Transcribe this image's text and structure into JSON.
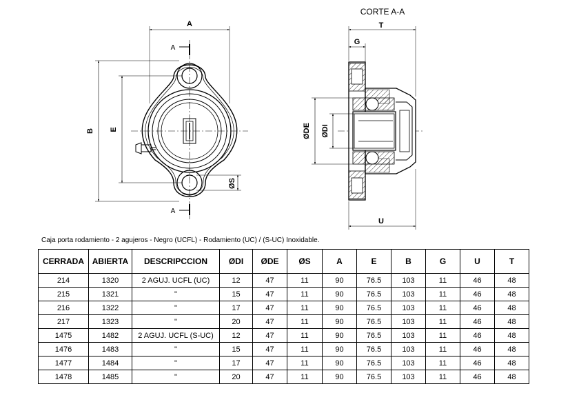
{
  "drawing": {
    "section_title": "CORTE A-A",
    "front_view": {
      "dim_A": "A",
      "dim_B": "B",
      "dim_E": "E",
      "dim_S": "ØS",
      "section_top": "A",
      "section_bottom": "A"
    },
    "section_view": {
      "dim_T": "T",
      "dim_G": "G",
      "dim_DE": "ØDE",
      "dim_DI": "ØDI",
      "dim_U": "U"
    }
  },
  "caption": "Caja porta rodamiento - 2 agujeros - Negro (UCFL) - Rodamiento (UC) / (S-UC) Inoxidable.",
  "table": {
    "headers": [
      "CERRADA",
      "ABIERTA",
      "DESCRIPCCION",
      "ØDI",
      "ØDE",
      "ØS",
      "A",
      "E",
      "B",
      "G",
      "U",
      "T"
    ],
    "rows": [
      [
        "214",
        "1320",
        "2 AGUJ. UCFL (UC)",
        "12",
        "47",
        "11",
        "90",
        "76.5",
        "103",
        "11",
        "46",
        "48"
      ],
      [
        "215",
        "1321",
        "\"",
        "15",
        "47",
        "11",
        "90",
        "76.5",
        "103",
        "11",
        "46",
        "48"
      ],
      [
        "216",
        "1322",
        "\"",
        "17",
        "47",
        "11",
        "90",
        "76.5",
        "103",
        "11",
        "46",
        "48"
      ],
      [
        "217",
        "1323",
        "\"",
        "20",
        "47",
        "11",
        "90",
        "76.5",
        "103",
        "11",
        "46",
        "48"
      ],
      [
        "1475",
        "1482",
        "2 AGUJ. UCFL (S-UC)",
        "12",
        "47",
        "11",
        "90",
        "76.5",
        "103",
        "11",
        "46",
        "48"
      ],
      [
        "1476",
        "1483",
        "\"",
        "15",
        "47",
        "11",
        "90",
        "76.5",
        "103",
        "11",
        "46",
        "48"
      ],
      [
        "1477",
        "1484",
        "\"",
        "17",
        "47",
        "11",
        "90",
        "76.5",
        "103",
        "11",
        "46",
        "48"
      ],
      [
        "1478",
        "1485",
        "\"",
        "20",
        "47",
        "11",
        "90",
        "76.5",
        "103",
        "11",
        "46",
        "48"
      ]
    ]
  }
}
